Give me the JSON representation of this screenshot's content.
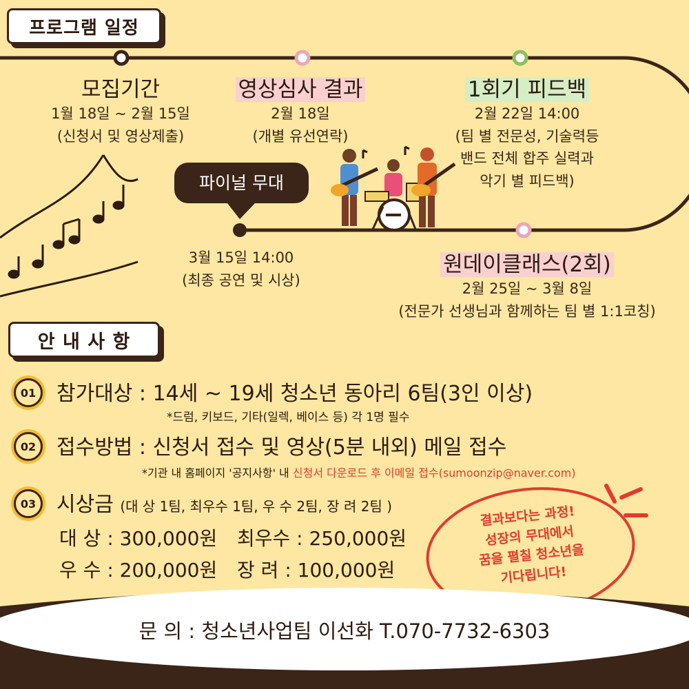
{
  "schedule": {
    "tag": "프로그램 일정",
    "recruit": {
      "title": "모집기간",
      "date": "1월 18일 ~ 2월 15일",
      "desc": "(신청서 및 영상제출)"
    },
    "video": {
      "title": "영상심사 결과",
      "date": "2월 18일",
      "desc": "(개별 유선연락)"
    },
    "feedback": {
      "title": "1회기 피드백",
      "date": "2월 22일 14:00",
      "desc1": "(팀 별 전문성, 기술력등",
      "desc2": "밴드 전체 합주 실력과",
      "desc3": "악기 별 피드백)"
    },
    "final": {
      "bubble": "파이널 무대",
      "date": "3월 15일 14:00",
      "desc": "(최종 공연 및 시상)"
    },
    "oneday": {
      "title": "원데이클래스(2회)",
      "date": "2월 25일 ~ 3월 8일",
      "desc": "(전문가 선생님과 함께하는 팀 별 1:1코칭)"
    }
  },
  "info": {
    "tag": "안 내 사 항",
    "item1": {
      "num": "01",
      "text": "참가대상 : 14세 ~ 19세 청소년 동아리 6팀(3인 이상)",
      "note": "*드럼, 키보드, 기타(일렉, 베이스 등) 각 1명 필수"
    },
    "item2": {
      "num": "02",
      "text": "접수방법 : 신청서 접수 및 영상(5분 내외) 메일 접수",
      "note_a": "*기관 내 홈페이지 '공지사항' 내 ",
      "note_b": "신청서 다운로드 후 이메일 접수(sumoonzip@naver.com)"
    },
    "item3": {
      "num": "03",
      "title": "시상금",
      "detail": "(대 상 1팀, 최우수 1팀, 우 수 2팀, 장 려 2팀 )"
    },
    "prizes": [
      {
        "label": "대  상 : ",
        "amount": "300,000원"
      },
      {
        "label": "최우수 : ",
        "amount": "250,000원"
      },
      {
        "label": "우  수 : ",
        "amount": "200,000원"
      },
      {
        "label": "장    려 : ",
        "amount": "100,000원"
      }
    ]
  },
  "bubble": {
    "line1": "결과보다는 과정!",
    "line2": "성장의 무대에서",
    "line3": "꿈을 펼칠 청소년을",
    "line4": "기다립니다!"
  },
  "contact": {
    "text": "문 의 : 청소년사업팀 이선화 T.070-7732-6303"
  },
  "colors": {
    "background": "#fde7a2",
    "brown": "#3b2418",
    "accent_red": "#e23b2e",
    "pink_highlight": "#f9d0cf",
    "green_highlight": "#d5eec5"
  }
}
